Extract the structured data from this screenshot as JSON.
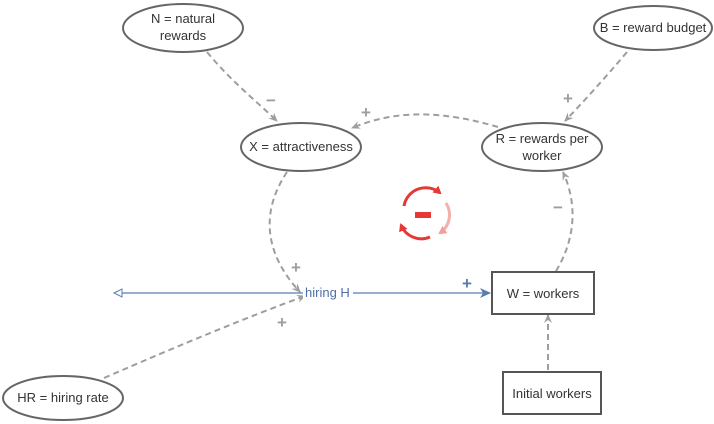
{
  "nodes": {
    "natural_rewards": {
      "line1": "N = natural",
      "line2": "rewards"
    },
    "reward_budget": {
      "label": "B = reward budget"
    },
    "attractiveness": {
      "label": "X = attractiveness"
    },
    "rewards_per_worker": {
      "line1": "R = rewards per",
      "line2": "worker"
    },
    "hiring": {
      "label": "hiring H"
    },
    "workers": {
      "label": "W = workers"
    },
    "hiring_rate": {
      "label": "HR = hiring rate"
    },
    "initial_workers": {
      "label": "Initial workers"
    }
  },
  "links": {
    "natural_to_attractiveness": "−",
    "reward_to_attractiveness": "+",
    "budget_to_reward": "+",
    "workers_to_reward": "−",
    "attractiveness_to_hiring": "+",
    "hiring_rate_to_hiring": "+",
    "hiring_to_workers": "+"
  },
  "loop": {
    "polarity": "−",
    "icon": "balancing-loop-icon"
  },
  "colors": {
    "link": "#9e9e9e",
    "flow": "#5a7db0",
    "loop": "#e53935",
    "node_stroke": "#666666"
  }
}
